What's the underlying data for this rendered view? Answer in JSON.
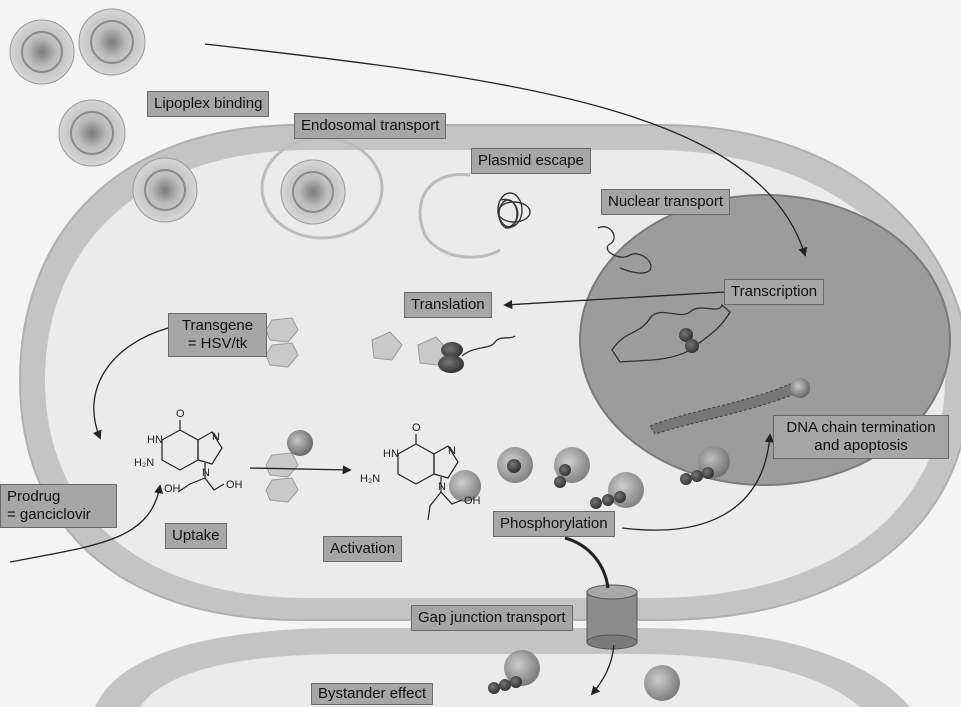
{
  "labels": {
    "lipoplex_binding": "Lipoplex binding",
    "endosomal_transport": "Endosomal transport",
    "plasmid_escape": "Plasmid escape",
    "nuclear_transport": "Nuclear transport",
    "transcription": "Transcription",
    "translation": "Translation",
    "transgene_line1": "Transgene",
    "transgene_line2": "= HSV/tk",
    "dna_termination_line1": "DNA  chain termination",
    "dna_termination_line2": "and apoptosis",
    "prodrug_line1": "Prodrug",
    "prodrug_line2": "= ganciclovir",
    "uptake": "Uptake",
    "activation": "Activation",
    "phosphorylation": "Phosphorylation",
    "gap_junction_transport": "Gap junction transport",
    "bystander_effect": "Bystander effect"
  },
  "molecule": {
    "o_label": "O",
    "nh_label": "HN",
    "n_label": "N",
    "h2n_label": "H₂N",
    "oh_label": "OH"
  },
  "colors": {
    "label_fill": "#a6a6a6",
    "cell_wall": "#c2c2c2",
    "cytoplasm": "#ececec",
    "nucleus": "#9e9e9e"
  }
}
